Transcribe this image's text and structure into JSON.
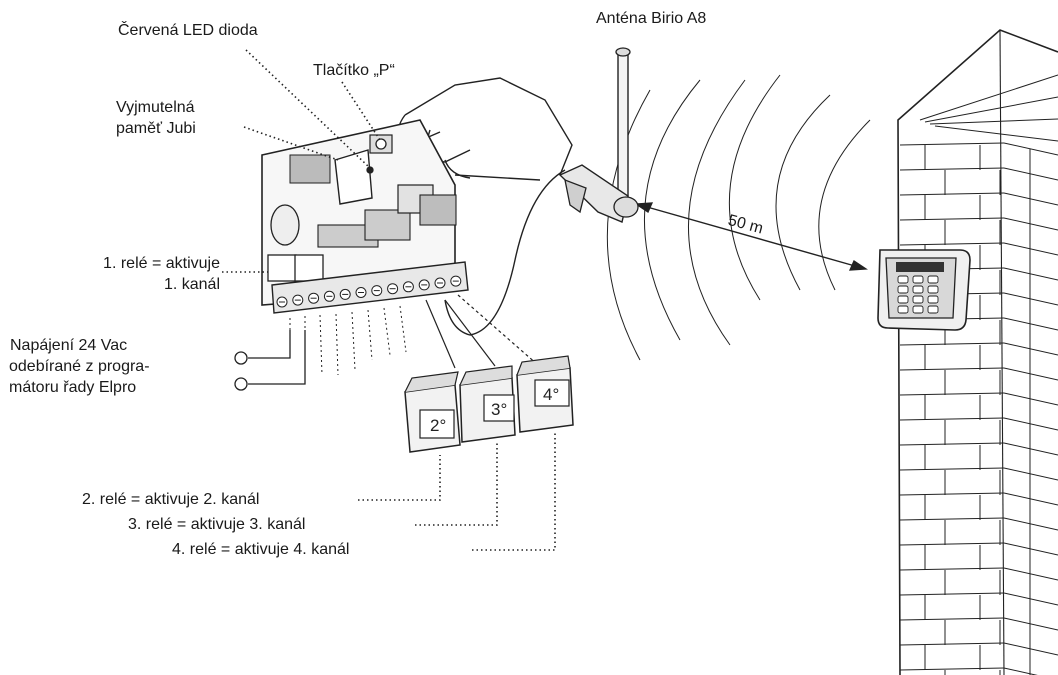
{
  "labels": {
    "red_led": "Červená LED dioda",
    "button_p": "Tlačítko „P“",
    "memory": [
      "Vyjmutelná",
      "paměť Jubi"
    ],
    "relay1": [
      "1. relé = aktivuje",
      "1. kanál"
    ],
    "power": [
      "Napájení 24 Vac",
      "odebírané z progra-",
      "mátoru řady Elpro"
    ],
    "antenna": "Anténa Birio A8",
    "distance": "50 m",
    "relay2": "2. relé = aktivuje 2. kanál",
    "relay3": "3. relé = aktivuje 3. kanál",
    "relay4": "4. relé = aktivuje 4. kanál"
  },
  "relay_modules": [
    "2°",
    "3°",
    "4°"
  ],
  "icons": {
    "board": "receiver-board-icon",
    "hand": "hand-icon",
    "antenna": "antenna-icon",
    "keypad": "wireless-keypad-icon",
    "wall": "brick-wall-icon"
  }
}
